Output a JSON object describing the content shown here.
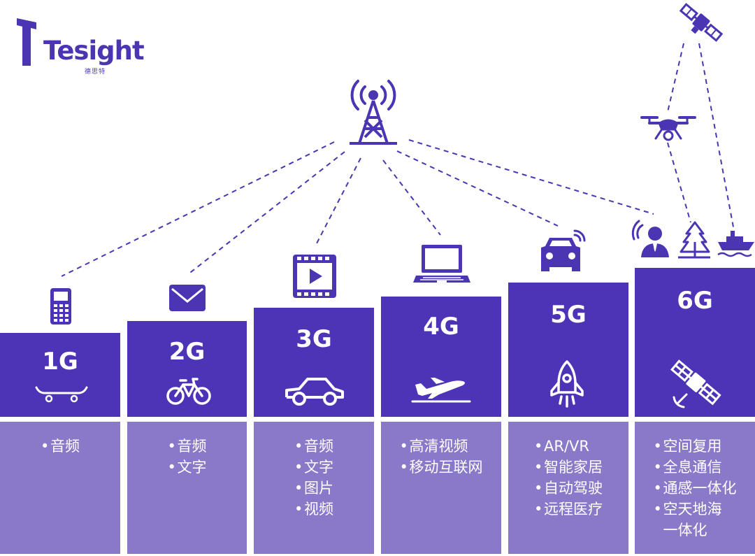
{
  "logo": {
    "name": "Tesight",
    "subtitle": "德思特"
  },
  "colors": {
    "primary": "#4d34b6",
    "secondary": "#8a78c9",
    "dash": "#4b35b3",
    "white": "#ffffff"
  },
  "generations": [
    {
      "label": "1G",
      "device_icon": "feature-phone-icon",
      "transport_icon": "skateboard-icon",
      "features": [
        "音频"
      ]
    },
    {
      "label": "2G",
      "device_icon": "envelope-icon",
      "transport_icon": "bicycle-icon",
      "features": [
        "音频",
        "文字"
      ]
    },
    {
      "label": "3G",
      "device_icon": "video-player-icon",
      "transport_icon": "car-icon",
      "features": [
        "音频",
        "文字",
        "图片",
        "视频"
      ]
    },
    {
      "label": "4G",
      "device_icon": "laptop-icon",
      "transport_icon": "airplane-icon",
      "features": [
        "高清视频",
        "移动互联网"
      ]
    },
    {
      "label": "5G",
      "device_icon": "connected-car-icon",
      "transport_icon": "rocket-icon",
      "features": [
        "AR/VR",
        "智能家居",
        "自动驾驶",
        "远程医疗"
      ]
    },
    {
      "label": "6G",
      "device_icon": "person-tree-ship-icons",
      "transport_icon": "satellite-icon",
      "features": [
        "空间复用",
        "全息通信",
        "通感一体化",
        "空天地海\n一体化"
      ]
    }
  ]
}
